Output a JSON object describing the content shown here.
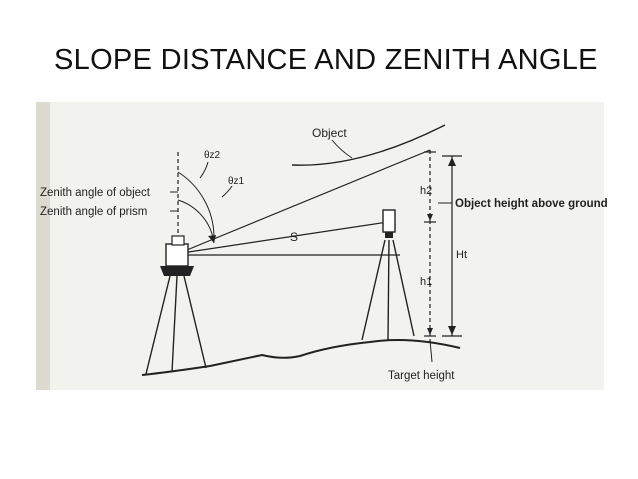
{
  "slide": {
    "title": "SLOPE DISTANCE AND ZENITH ANGLE"
  },
  "diagram": {
    "labels": {
      "object": "Object",
      "theta_z2": "θz2",
      "theta_z1": "θz1",
      "zenith_object": "Zenith angle of object",
      "zenith_prism": "Zenith angle of prism",
      "slope_distance": "S",
      "h2": "h2",
      "h1": "h1",
      "ht": "Ht",
      "object_height": "Object height above ground",
      "target_height": "Target height"
    },
    "colors": {
      "line": "#222222",
      "scan_tint": "#f2f2ef",
      "left_strip": "#dedad0"
    }
  }
}
